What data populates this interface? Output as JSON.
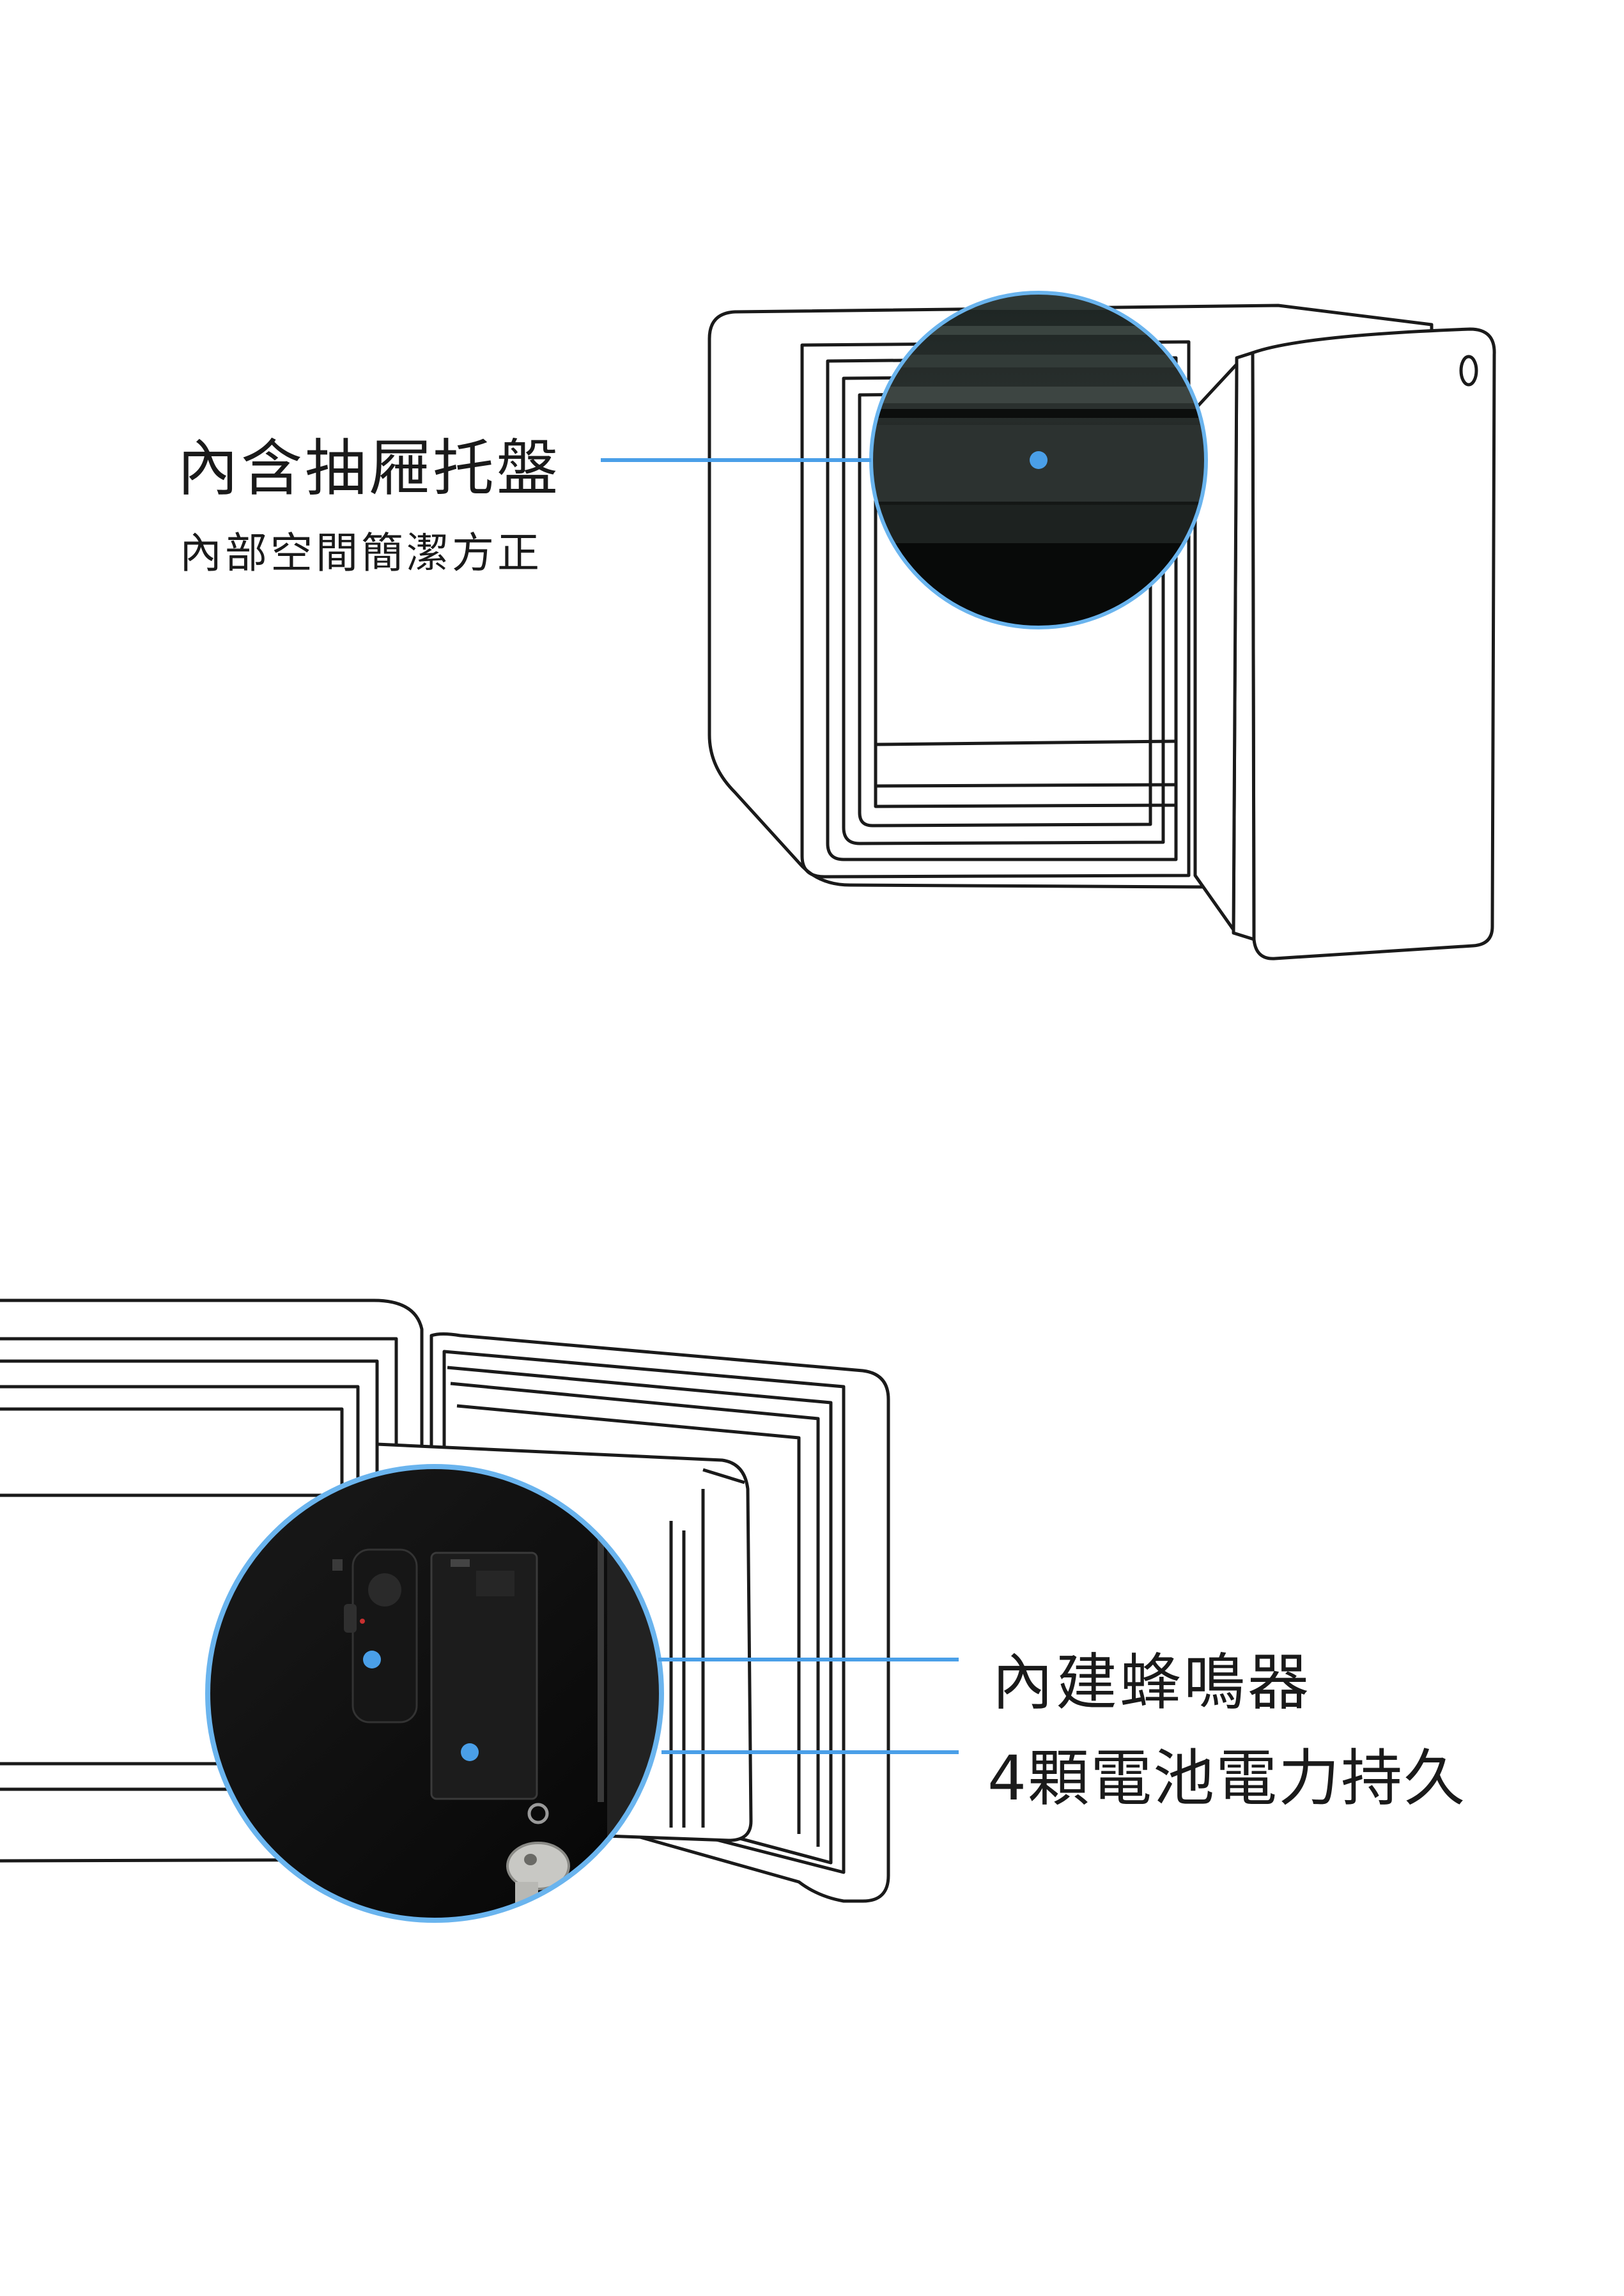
{
  "accent_color": "#4a9fe8",
  "section_drawer": {
    "title": "內含抽屜托盤",
    "subtitle": "內部空間簡潔方正",
    "image": "safe-with-open-door-and-drawer-tray-zoom"
  },
  "section_alarm": {
    "label_buzzer": "內建蜂鳴器",
    "label_battery": "4顆電池電力持久",
    "image": "safe-door-inside-with-buzzer-and-battery-box-zoom"
  }
}
